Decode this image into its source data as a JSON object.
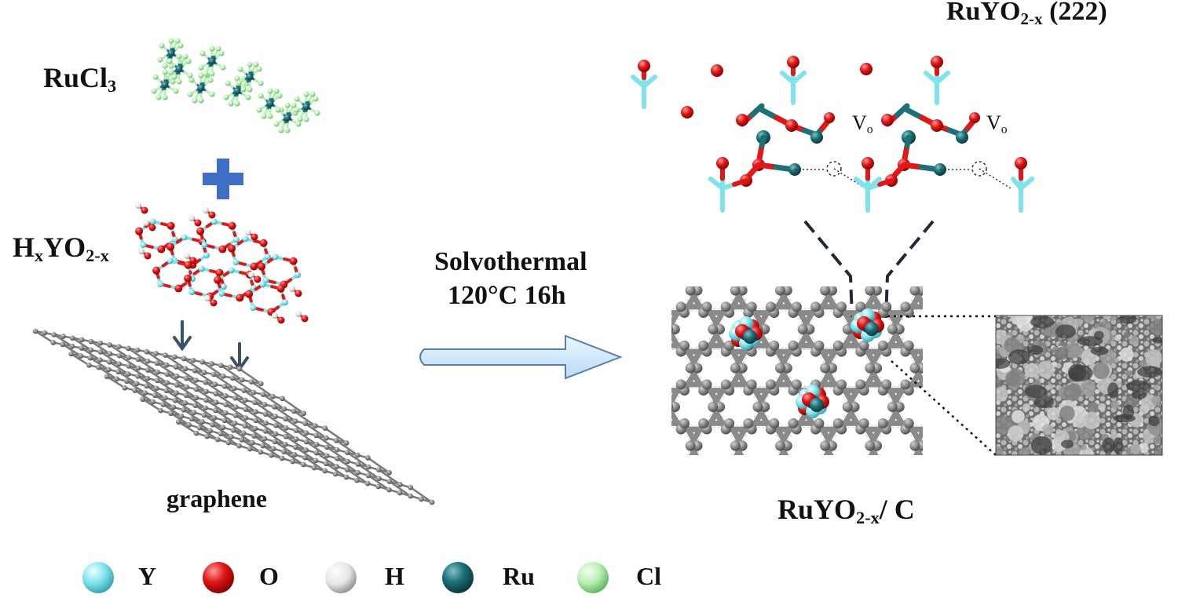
{
  "labels": {
    "rucl3": {
      "base": "RuCl",
      "sub": "3"
    },
    "hxyo2x": {
      "h": "H",
      "x_sub": "x",
      "yo": "YO",
      "sub": "2-x"
    },
    "graphene": "graphene",
    "process_line1": "Solvothermal",
    "process_line2": "120°C 16h",
    "ruyo_222": {
      "base": "RuYO",
      "sub": "2-x",
      "suffix": " (222)"
    },
    "product": {
      "base": "RuYO",
      "sub": "2-x",
      "suffix": "/ C"
    },
    "vo": {
      "v": "V",
      "o": "o"
    }
  },
  "legend": [
    {
      "symbol": "Y",
      "color": "#7fe3ec",
      "icon": "yttrium-atom-icon"
    },
    {
      "symbol": "O",
      "color": "#e01818",
      "icon": "oxygen-atom-icon"
    },
    {
      "symbol": "H",
      "color": "#f2f2f2",
      "icon": "hydrogen-atom-icon"
    },
    {
      "symbol": "Ru",
      "color": "#1d6f78",
      "icon": "ruthenium-atom-icon"
    },
    {
      "symbol": "Cl",
      "color": "#b6f0b2",
      "icon": "chlorine-atom-icon"
    }
  ],
  "colors": {
    "Y": "#7fe3ec",
    "O": "#e01818",
    "H": "#f2f2f2",
    "Ru": "#1d6f78",
    "Cl": "#b6f0b2",
    "C": "#8a8a8a",
    "plus": "#3f6fc4",
    "arrow_fill": "#cfe6fa",
    "arrow_stroke": "#5b7fa6"
  }
}
